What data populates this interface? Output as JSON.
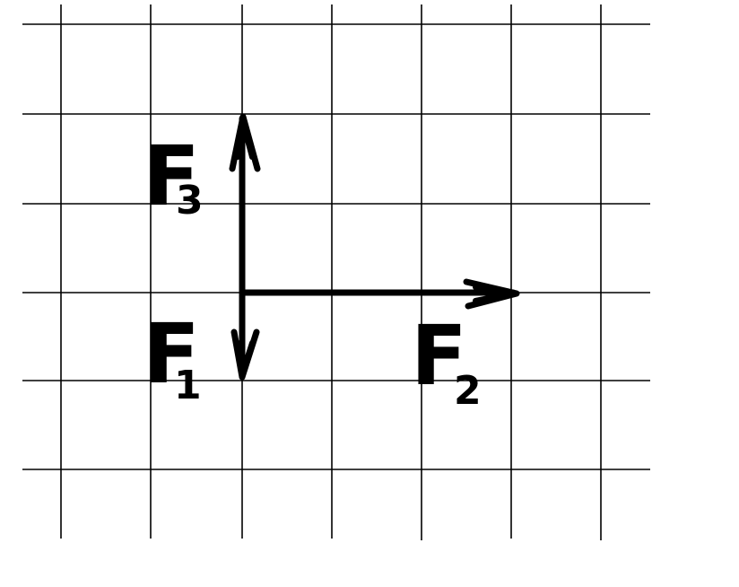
{
  "diagram": {
    "grid": {
      "rows": 6,
      "columns": 7,
      "line_color": "#000000"
    },
    "vectors": [
      {
        "id": "F3",
        "letter": "F",
        "subscript": "3",
        "direction": "up"
      },
      {
        "id": "F1",
        "letter": "F",
        "subscript": "1",
        "direction": "down"
      },
      {
        "id": "F2",
        "letter": "F",
        "subscript": "2",
        "direction": "right"
      }
    ]
  }
}
